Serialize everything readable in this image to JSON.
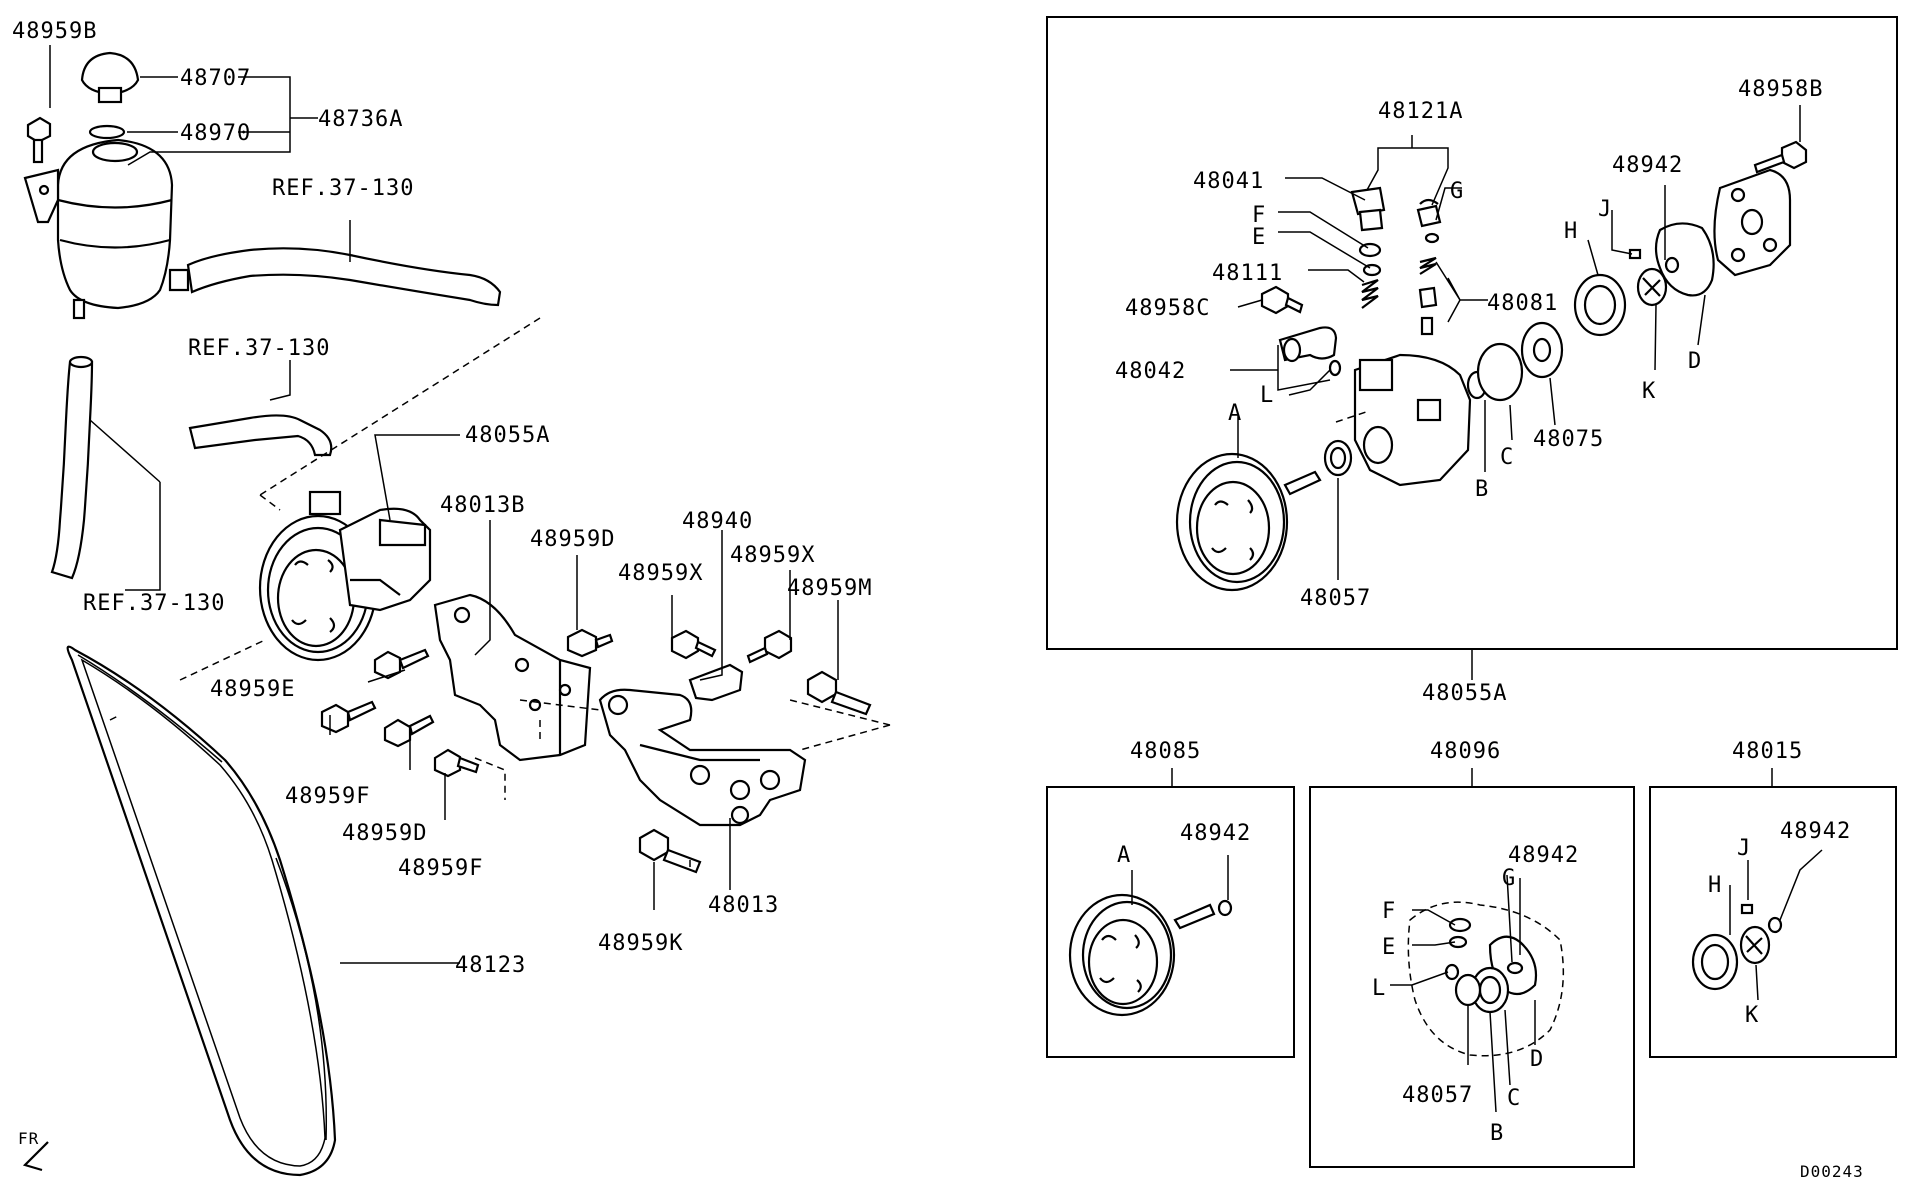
{
  "labels": {
    "p48959B": "48959B",
    "p48707": "48707",
    "p48970": "48970",
    "p48736A": "48736A",
    "ref1": "REF.37-130",
    "ref2": "REF.37-130",
    "ref3": "REF.37-130",
    "p48055A_main": "48055A",
    "p48013B": "48013B",
    "p48959D_top": "48959D",
    "p48940": "48940",
    "p48959X_l": "48959X",
    "p48959X_r": "48959X",
    "p48959M": "48959M",
    "p48959E": "48959E",
    "p48959F_l": "48959F",
    "p48959D_bot": "48959D",
    "p48959F_bot": "48959F",
    "p48013": "48013",
    "p48959K": "48959K",
    "p48123": "48123",
    "fr": "FR"
  },
  "detail_main": {
    "caption": "48055A",
    "p48121A": "48121A",
    "p48041": "48041",
    "G": "G",
    "F": "F",
    "E": "E",
    "p48111": "48111",
    "p48958C": "48958C",
    "p48081": "48081",
    "p48042": "48042",
    "L": "L",
    "A": "A",
    "B": "B",
    "C": "C",
    "p48075": "48075",
    "p48057": "48057",
    "p48958B": "48958B",
    "p48942": "48942",
    "J": "J",
    "H": "H",
    "K": "K",
    "D": "D"
  },
  "detail_48085": {
    "caption": "48085",
    "A": "A",
    "p48942": "48942"
  },
  "detail_48096": {
    "caption": "48096",
    "p48942": "48942",
    "G": "G",
    "F": "F",
    "E": "E",
    "L": "L",
    "D": "D",
    "C": "C",
    "B": "B",
    "p48057": "48057"
  },
  "detail_48015": {
    "caption": "48015",
    "J": "J",
    "p48942": "48942",
    "H": "H",
    "K": "K"
  },
  "diagram_code": "D00243"
}
